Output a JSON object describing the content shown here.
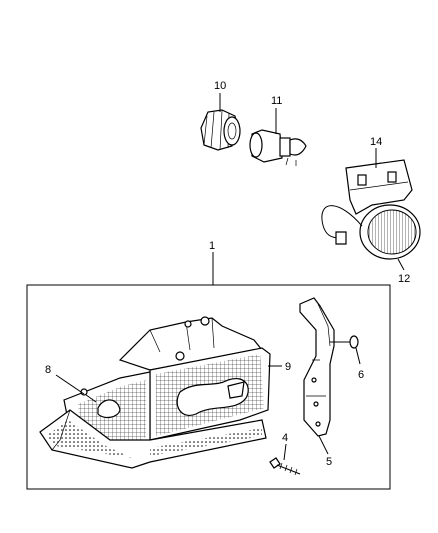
{
  "callouts": {
    "c1": "1",
    "c4": "4",
    "c5": "5",
    "c6": "6",
    "c8": "8",
    "c9": "9",
    "c10": "10",
    "c11": "11",
    "c12": "12",
    "c14": "14"
  }
}
